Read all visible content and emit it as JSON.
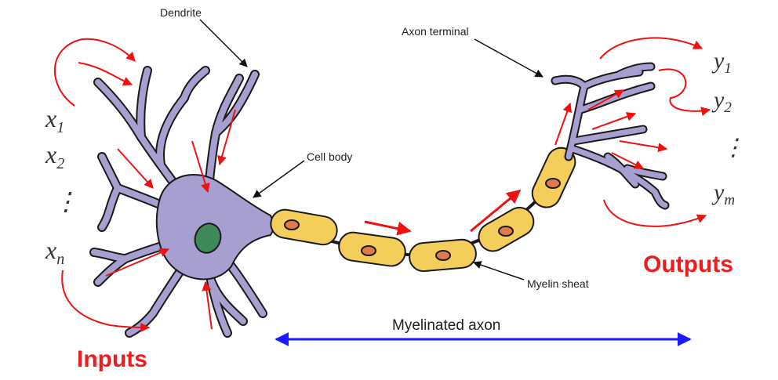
{
  "colors": {
    "neuron_fill": "#a79fd0",
    "neuron_stroke": "#1a1a1a",
    "nucleus": "#3e8a5a",
    "myelin_fill": "#f3ce5a",
    "myelin_nucleus": "#e07a4a",
    "signal_arrow": "#ee1111",
    "axon_span_arrow": "#1a1aff",
    "label_red": "#ee1c1c"
  },
  "labels": {
    "dendrite": "Dendrite",
    "axon_terminal": "Axon terminal",
    "cell_body": "Cell body",
    "myelin_sheat": "Myelin sheat",
    "myelinated_axon": "Myelinated axon",
    "inputs": "Inputs",
    "outputs": "Outputs"
  },
  "inputs": {
    "x1": {
      "base": "x",
      "sub": "1"
    },
    "x2": {
      "base": "x",
      "sub": "2"
    },
    "dots": "⋮",
    "xn": {
      "base": "x",
      "sub": "n"
    }
  },
  "outputs": {
    "y1": {
      "base": "y",
      "sub": "1"
    },
    "y2": {
      "base": "y",
      "sub": "2"
    },
    "dots": "⋮",
    "ym": {
      "base": "y",
      "sub": "m"
    }
  }
}
